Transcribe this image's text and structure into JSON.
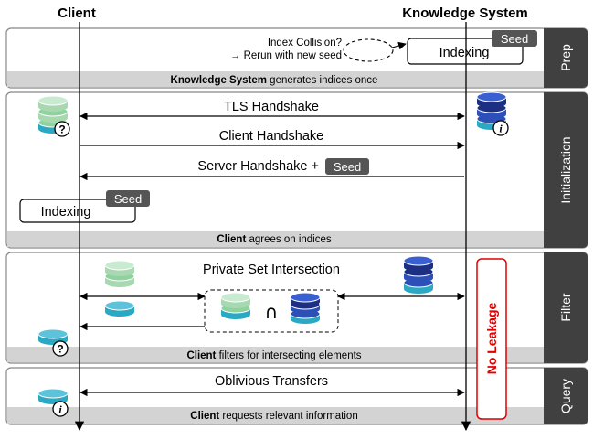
{
  "actors": {
    "client": "Client",
    "knowledge_system": "Knowledge System"
  },
  "colors": {
    "client_green": "#a7d8b0",
    "client_teal": "#2aa8c4",
    "ks_navy": "#1c2f82",
    "ks_blue": "#2c4fb8",
    "phase_tab": "#404040",
    "caption_bar": "#d3d3d3",
    "seed_badge": "#555555",
    "no_leakage": "#e00000"
  },
  "phases": {
    "prep": {
      "label": "Prep",
      "collision_question": "Index Collision?",
      "rerun_note": "→ Rerun with new seed",
      "indexing_label": "Indexing",
      "seed_label": "Seed",
      "caption_bold": "Knowledge System",
      "caption_rest": " generates indices once"
    },
    "initialization": {
      "label": "Initialization",
      "tls": "TLS Handshake",
      "client_handshake": "Client Handshake",
      "server_handshake": "Server Handshake +",
      "seed_label": "Seed",
      "indexing_label": "Indexing",
      "indexing_seed_label": "Seed",
      "caption_bold": "Client",
      "caption_rest": " agrees on indices"
    },
    "filter": {
      "label": "Filter",
      "psi": "Private Set Intersection",
      "intersect_symbol": "∩",
      "caption_bold": "Client",
      "caption_rest": " filters for intersecting elements"
    },
    "query": {
      "label": "Query",
      "ot": "Oblivious Transfers",
      "caption_bold": "Client",
      "caption_rest": " requests relevant information"
    }
  },
  "no_leakage": "No Leakage",
  "icons": {
    "question_badge": "?",
    "info_badge": "i"
  }
}
